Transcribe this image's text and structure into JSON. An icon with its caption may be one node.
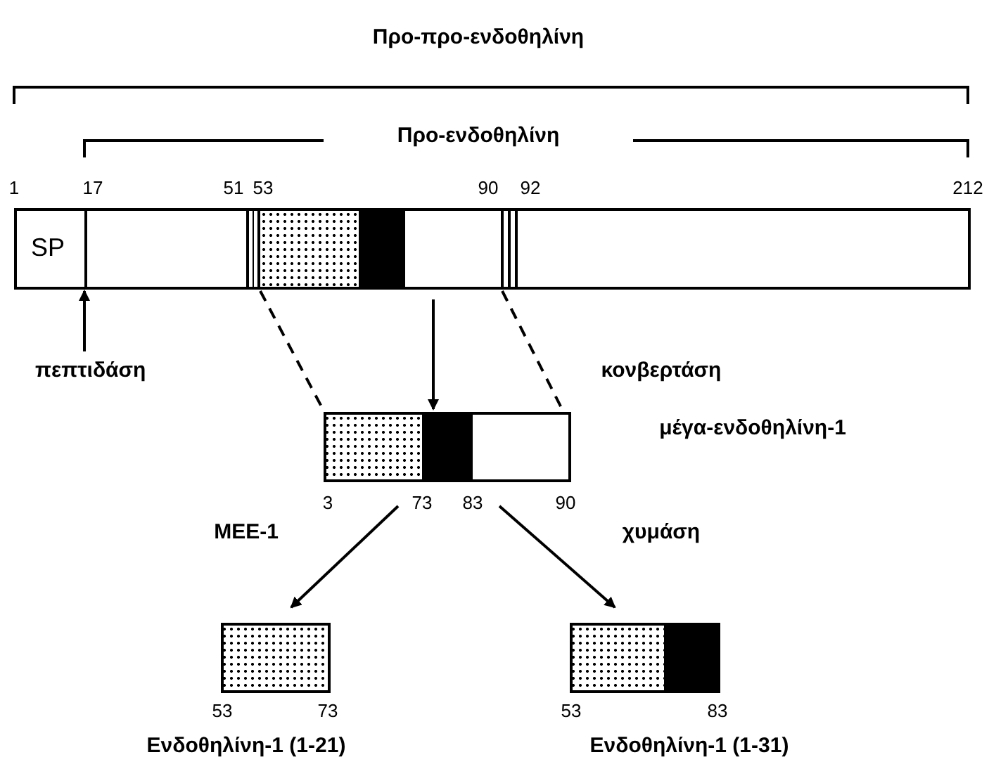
{
  "diagram": {
    "nodes": [
      {
        "text": [
          "SP"
        ]
      },
      {
        "text": [],
        "shape": "bar"
      },
      {
        "text": [],
        "shape": "bar"
      },
      {
        "text": [],
        "shape": "bar"
      },
      {
        "text": [
          "πεπτιδάση"
        ]
      }
    ],
    "edges": [
      {
        "from": 4,
        "to": 0,
        "arrow": "to"
      },
      {
        "from": 0,
        "to": 1,
        "arrow": "none",
        "style": "dashed"
      },
      {
        "from": 0,
        "to": 1,
        "arrow": "to"
      },
      {
        "from": 0,
        "to": 1,
        "arrow": "none",
        "style": "dashed",
        "label": "κονβερτάση"
      },
      {
        "from": 1,
        "to": 2,
        "arrow": "to",
        "label": "MEE-1"
      },
      {
        "from": 1,
        "to": 3,
        "arrow": "to",
        "label": "χυμάση"
      }
    ],
    "labels": [
      "Προ-προ-ενδοθηλίνη",
      "Προ-ενδοθηλίνη",
      "1",
      "17",
      "51",
      "53",
      "90",
      "92",
      "212",
      "μέγα-ενδοθηλίνη-1",
      "3",
      "73",
      "83",
      "90",
      "53",
      "73",
      "53",
      "83",
      "Ενδοθηλίνη-1 (1-21)",
      "Ενδοθηλίνη-1 (1-31)"
    ]
  }
}
